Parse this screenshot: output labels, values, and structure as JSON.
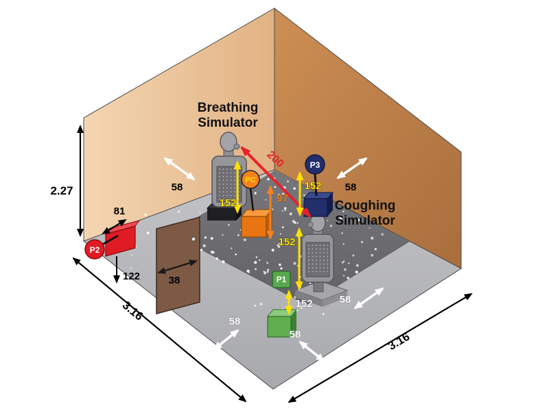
{
  "diagram": {
    "room": {
      "height": "2.27",
      "width": "3.16",
      "depth": "3.16"
    },
    "simulators": {
      "breathing": {
        "line1": "Breathing",
        "line2": "Simulator"
      },
      "coughing": {
        "line1": "Coughing",
        "line2": "Simulator"
      }
    },
    "points": {
      "p1": "P1",
      "p2": "P2",
      "p3": "P3",
      "pc": "PC"
    },
    "distances": {
      "separation": "200",
      "pc_height": "97",
      "p2_offset": "81",
      "p2_height": "122",
      "door_offset": "38",
      "wall_offset": "58",
      "sensor_height": "152"
    },
    "colors": {
      "wall_left_tan": "#EECBA4",
      "wall_right_brown": "#BE8049",
      "floor_gray": "#B9BABD",
      "platform_dark_gray": "#707074",
      "arrow_yellow": "#FFE100",
      "arrow_red": "#E8212B",
      "arrow_orange": "#F5821F",
      "arrow_white": "#FFFFFF",
      "p1_green": "#5FAE4F",
      "p2_red": "#E11B24",
      "p3_navy": "#232F6B",
      "pc_orange": "#F5821F",
      "door_brown": "#7D5A45"
    }
  }
}
